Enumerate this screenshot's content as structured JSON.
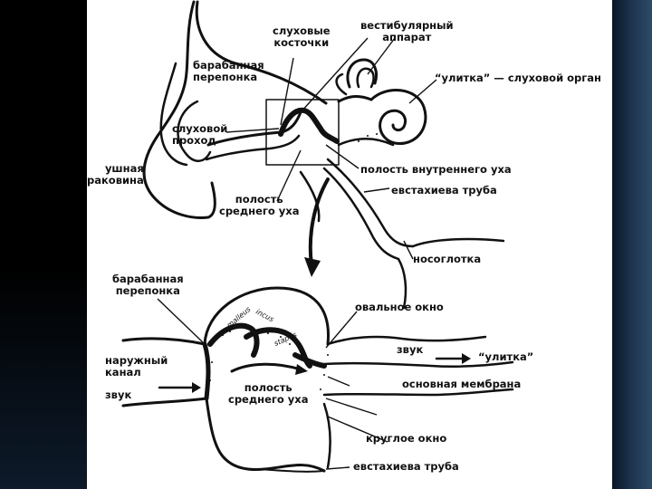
{
  "labels": {
    "ossicles": "слуховые\nкосточки",
    "vestibular": "вестибулярный\nаппарат",
    "eardrum_top": "барабанная\nперепонка",
    "cochlea_top": "“улитка” — слуховой орган",
    "ear_canal": "слуховой\nпроход",
    "pinna": "ушная\nраковина",
    "inner_ear_cavity": "полость внутреннего уха",
    "eustachian_top": "евстахиева труба",
    "middle_ear_top": "полость\nсреднего уха",
    "nasopharynx": "носоглотка",
    "eardrum_bottom": "барабанная\nперепонка",
    "oval_window": "овальное окно",
    "outer_canal": "наружный\nканал",
    "sound_right": "звук",
    "cochlea_bottom": "“улитка”",
    "sound_left": "звук",
    "middle_ear_bottom": "полость\nсреднего уха",
    "basilar_membrane": "основная мембрана",
    "round_window": "круглое окно",
    "eustachian_bottom": "евстахиева труба"
  },
  "ossicle_names": {
    "malleus": "malleus",
    "incus": "incus",
    "stapes": "stapes"
  }
}
